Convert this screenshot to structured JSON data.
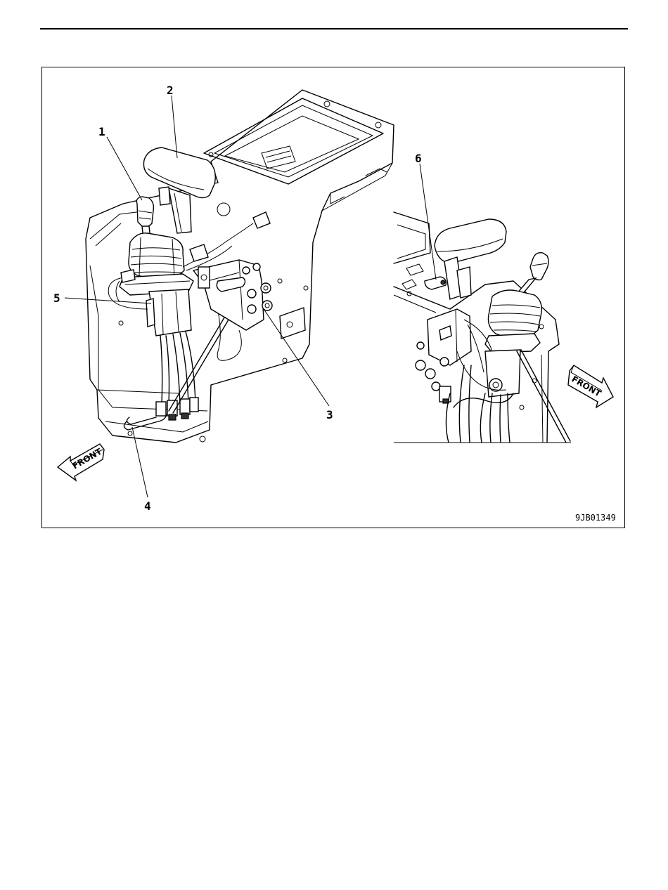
{
  "figure": {
    "code": "9JB01349",
    "callouts": [
      "1",
      "2",
      "3",
      "4",
      "5",
      "6"
    ],
    "front_labels": [
      "FRONT",
      "FRONT"
    ]
  }
}
